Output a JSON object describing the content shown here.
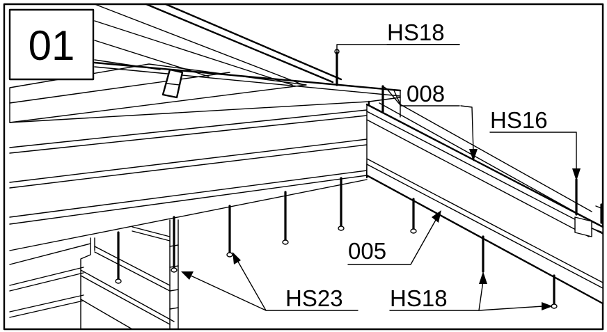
{
  "step_number": "01",
  "callouts": {
    "hs18_top": "HS18",
    "part_008": "008",
    "hs16": "HS16",
    "part_005": "005",
    "hs23": "HS23",
    "hs18_bottom": "HS18"
  },
  "colors": {
    "line": "#000000",
    "background": "#ffffff"
  }
}
